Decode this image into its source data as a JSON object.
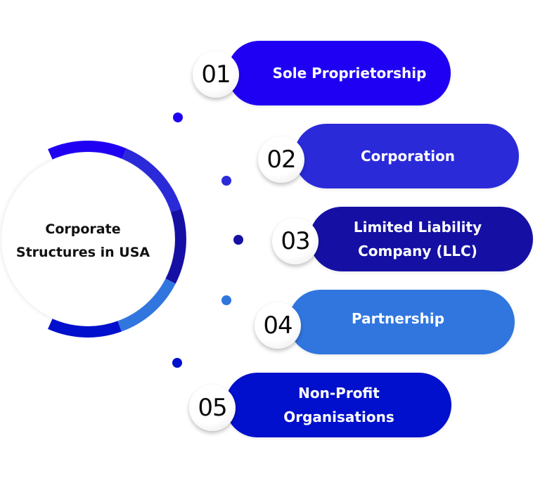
{
  "hub": {
    "title_line1": "Corporate",
    "title_line2": "Structures in USA"
  },
  "items": [
    {
      "number": "01",
      "label_line1": "Sole Proprietorship",
      "label_line2": "",
      "color": "#2000F2"
    },
    {
      "number": "02",
      "label_line1": "Corporation",
      "label_line2": "",
      "color": "#2B2AD9"
    },
    {
      "number": "03",
      "label_line1": "Limited Liability",
      "label_line2": "Company (LLC)",
      "color": "#1510A3"
    },
    {
      "number": "04",
      "label_line1": "Partnership",
      "label_line2": "",
      "color": "#3176DF"
    },
    {
      "number": "05",
      "label_line1": "Non-Profit",
      "label_line2": "Organisations",
      "color": "#0010CC"
    }
  ],
  "colors": {
    "segment1": "#2000F2",
    "segment2": "#2B2AD9",
    "segment3": "#1510A3",
    "segment4": "#3176DF",
    "segment5": "#0010CC",
    "text_dark": "#111111",
    "background": "#FFFFFF"
  }
}
